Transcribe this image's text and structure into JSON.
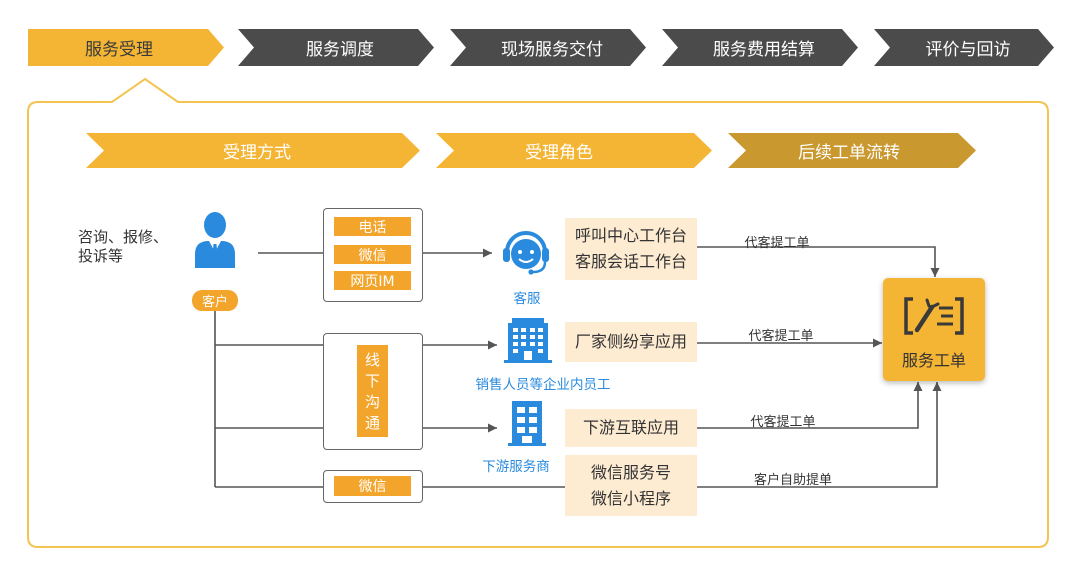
{
  "process_steps": [
    {
      "label": "服务受理",
      "active": true
    },
    {
      "label": "服务调度",
      "active": false
    },
    {
      "label": "现场服务交付",
      "active": false
    },
    {
      "label": "服务费用结算",
      "active": false
    },
    {
      "label": "评价与回访",
      "active": false
    }
  ],
  "section_headers": {
    "intake_method": "受理方式",
    "intake_role": "受理角色",
    "ticket_flow": "后续工单流转"
  },
  "customer": {
    "request_types": [
      "咨询、报修、",
      "投诉等"
    ],
    "icon": "person-icon",
    "badge": "客户"
  },
  "channels": {
    "online": [
      "电话",
      "微信",
      "网页IM"
    ],
    "offline": "线下沟通",
    "wechat": "微信"
  },
  "roles": [
    {
      "icon": "headset-icon",
      "label": "客服"
    },
    {
      "icon": "office-building-icon",
      "label": "销售人员等企业内员工"
    },
    {
      "icon": "building-icon",
      "label": "下游服务商"
    }
  ],
  "applications": [
    [
      "呼叫中心工作台",
      "客服会话工作台"
    ],
    [
      "厂家侧纷享应用"
    ],
    [
      "下游互联应用"
    ],
    [
      "微信服务号",
      "微信小程序"
    ]
  ],
  "flow_labels": [
    "代客提工单",
    "代客提工单",
    "代客提工单",
    "客户自助提单"
  ],
  "work_order": {
    "icon": "toolkit-icon",
    "label": "服务工单"
  },
  "colors": {
    "step_active": "#F4B535",
    "step_inactive": "#4B4B4B",
    "header_gold": "#F4B535",
    "header_dark_gold": "#C9982F",
    "frame": "#F4C452",
    "channel_orange": "#F3A42A",
    "role_blue": "#2A8BDE",
    "app_bg": "#FDEBD2",
    "work_order_bg": "#F4B535",
    "connector": "#555555"
  }
}
